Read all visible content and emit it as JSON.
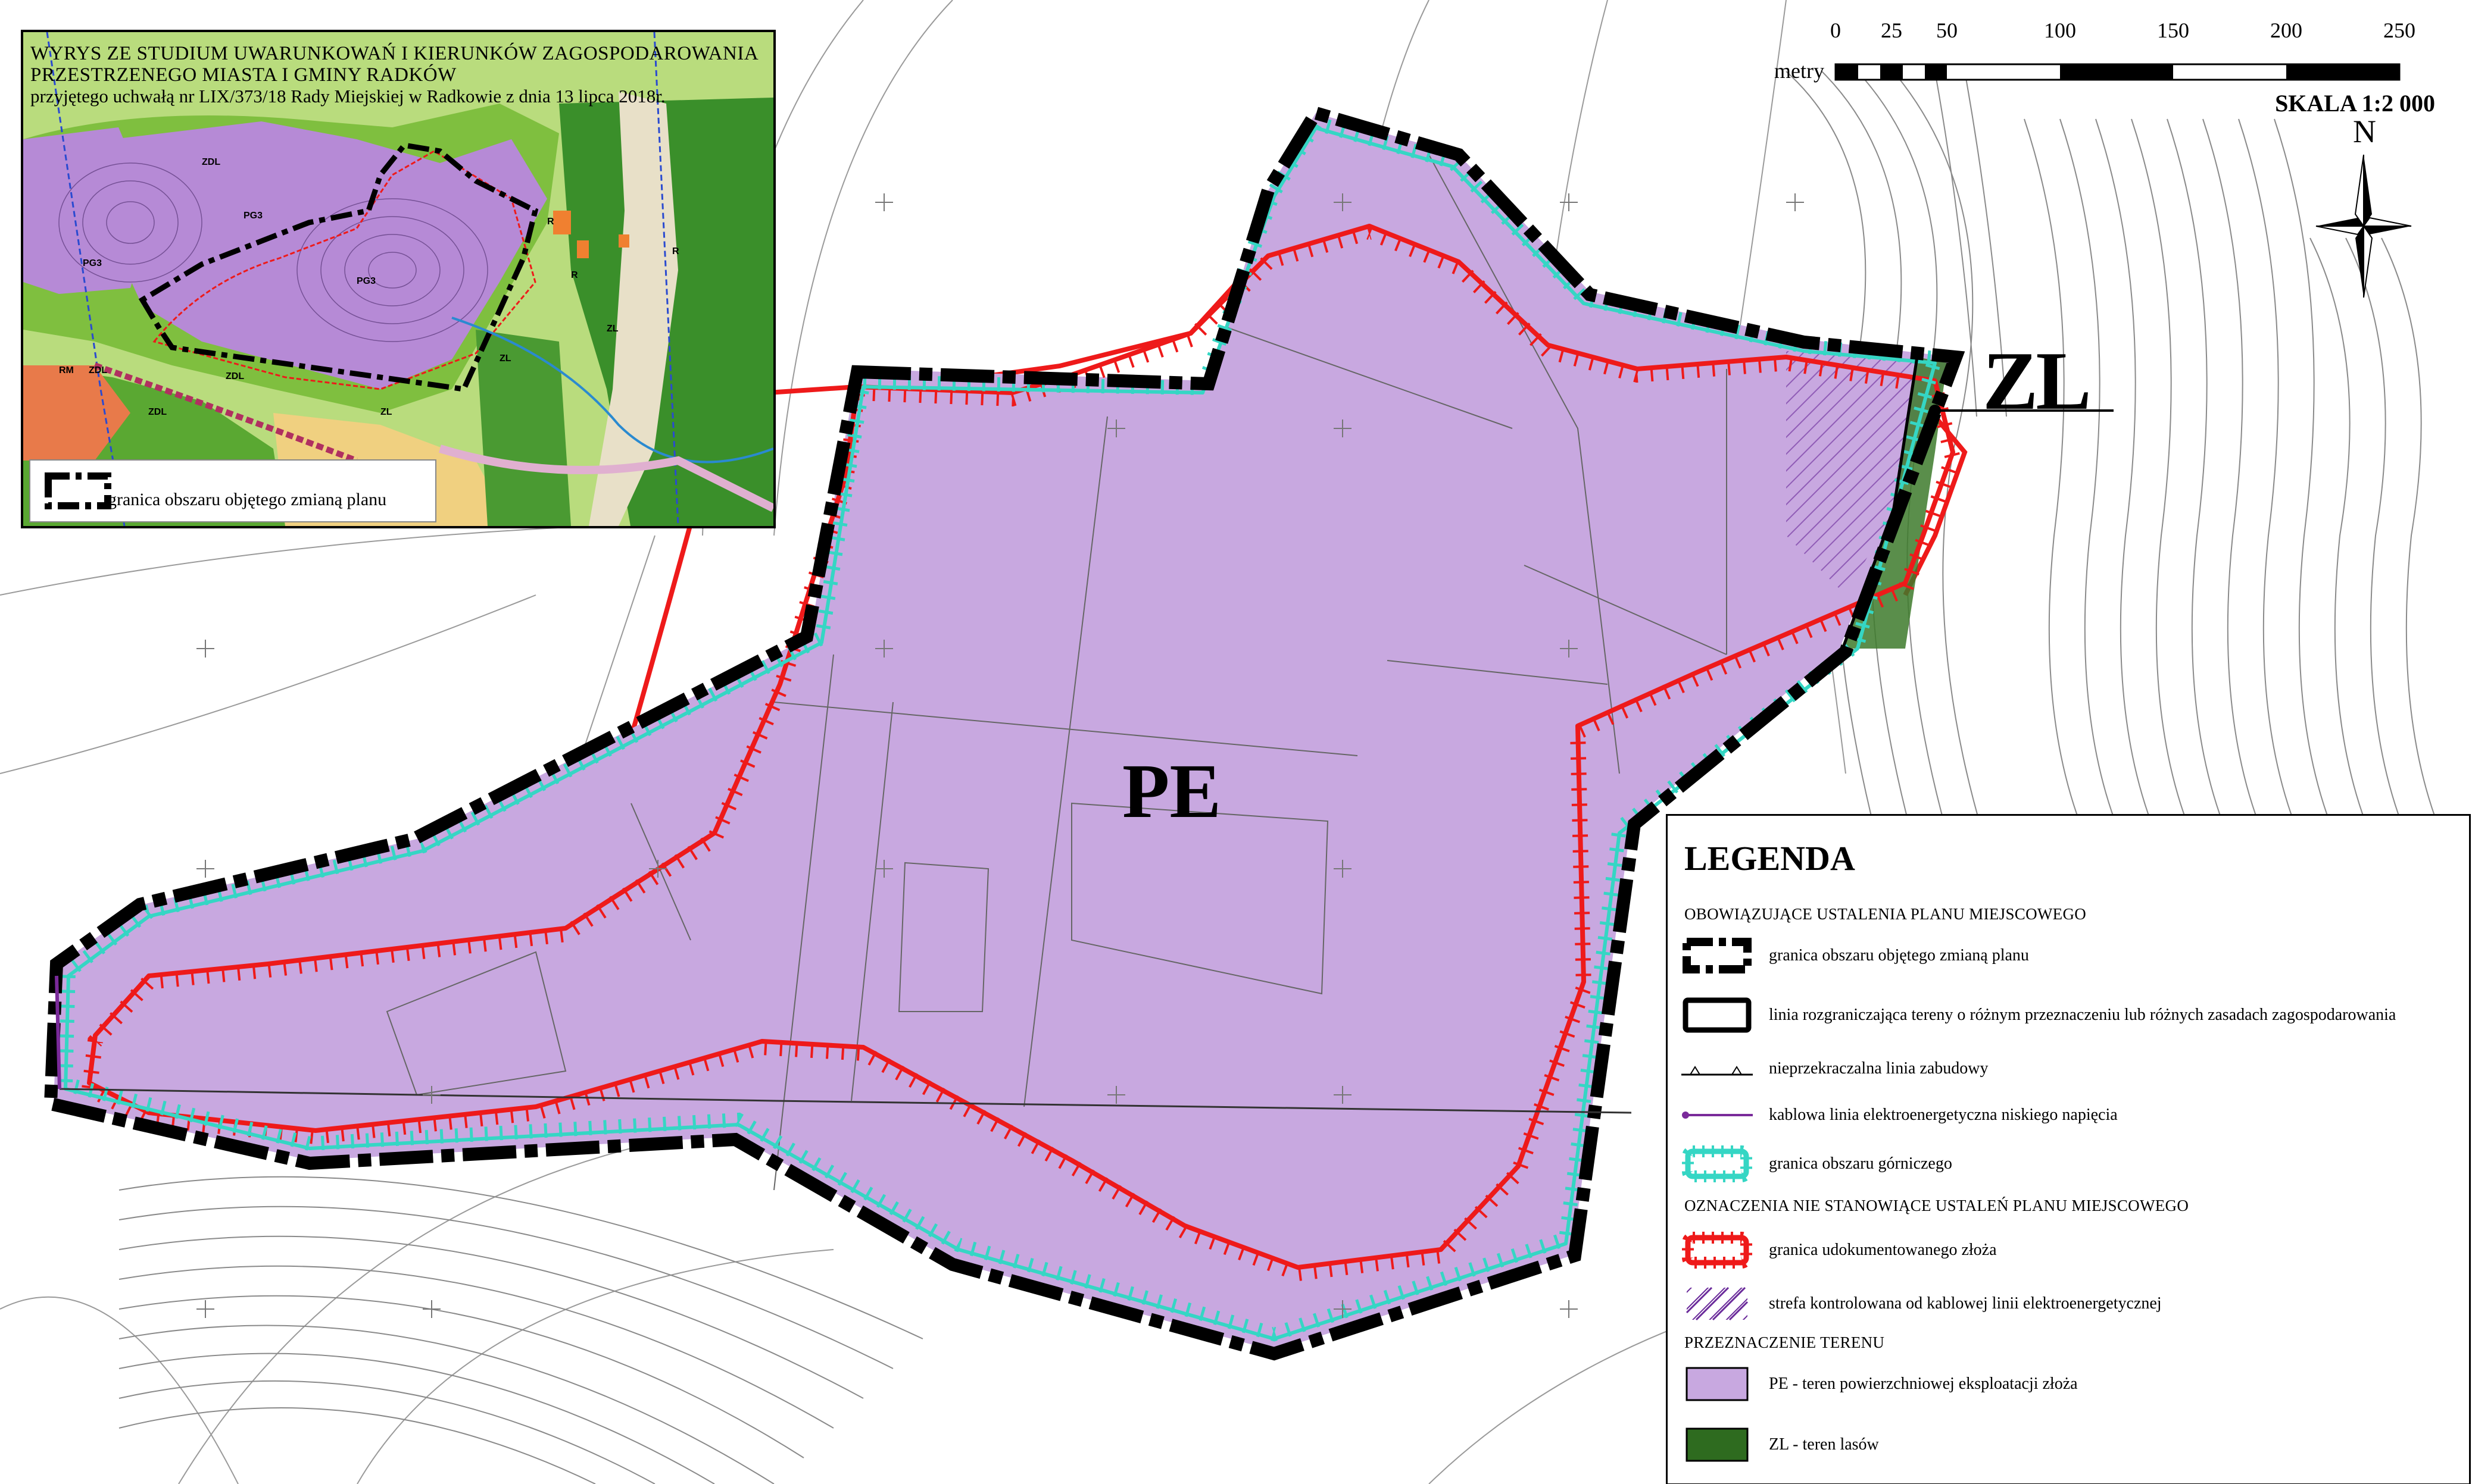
{
  "inset": {
    "title_line1": "WYRYS ZE STUDIUM UWARUNKOWAŃ I KIERUNKÓW ZAGOSPODAROWANIA",
    "title_line2": "PRZESTRZENEGO MIASTA I GMINY RADKÓW",
    "title_line3": "przyjętego uchwałą nr LIX/373/18 Rady Miejskiej w Radkowie z dnia 13 lipca 2018r.",
    "legend_label": "granica obszaru objętego zmianą planu",
    "map_labels": [
      "ZDL",
      "PG3",
      "PG3",
      "PG3",
      "ZDL",
      "ZL",
      "R",
      "R",
      "R",
      "ZL",
      "ZDL",
      "ZDL",
      "RM",
      "ZL"
    ]
  },
  "scale": {
    "ticks": [
      "0",
      "25",
      "50",
      "100",
      "150",
      "200",
      "250"
    ],
    "unit": "metry",
    "ratio": "SKALA 1:2 000"
  },
  "north": {
    "label": "N"
  },
  "zones": {
    "pe": "PE",
    "zl": "ZL"
  },
  "legend": {
    "title": "LEGENDA",
    "section1": "OBOWIĄZUJĄCE USTALENIA PLANU MIEJSCOWEGO",
    "items1": [
      "granica obszaru objętego zmianą planu",
      "linia rozgraniczająca tereny o różnym przeznaczeniu lub różnych zasadach zagospodarowania",
      "nieprzekraczalna linia zabudowy",
      "kablowa linia elektroenergetyczna niskiego napięcia",
      "granica obszaru górniczego"
    ],
    "section2": "OZNACZENIA NIE STANOWIĄCE USTALEŃ PLANU MIEJSCOWEGO",
    "items2": [
      "granica udokumentowanego złoża",
      "strefa kontrolowana od kablowej linii elektroenergetycznej"
    ],
    "section3": "PRZEZNACZENIE TERENU",
    "items3": [
      "PE - teren powierzchniowej eksploatacji złoża",
      "ZL - teren lasów"
    ]
  },
  "colors": {
    "pe_fill": "#c8a8e0",
    "zl_fill": "#2e6b1f",
    "mining_boundary": "#35d6c4",
    "deposit_boundary": "#ee1a1a",
    "cable_line": "#7a2a9a",
    "plan_boundary": "#000000"
  }
}
